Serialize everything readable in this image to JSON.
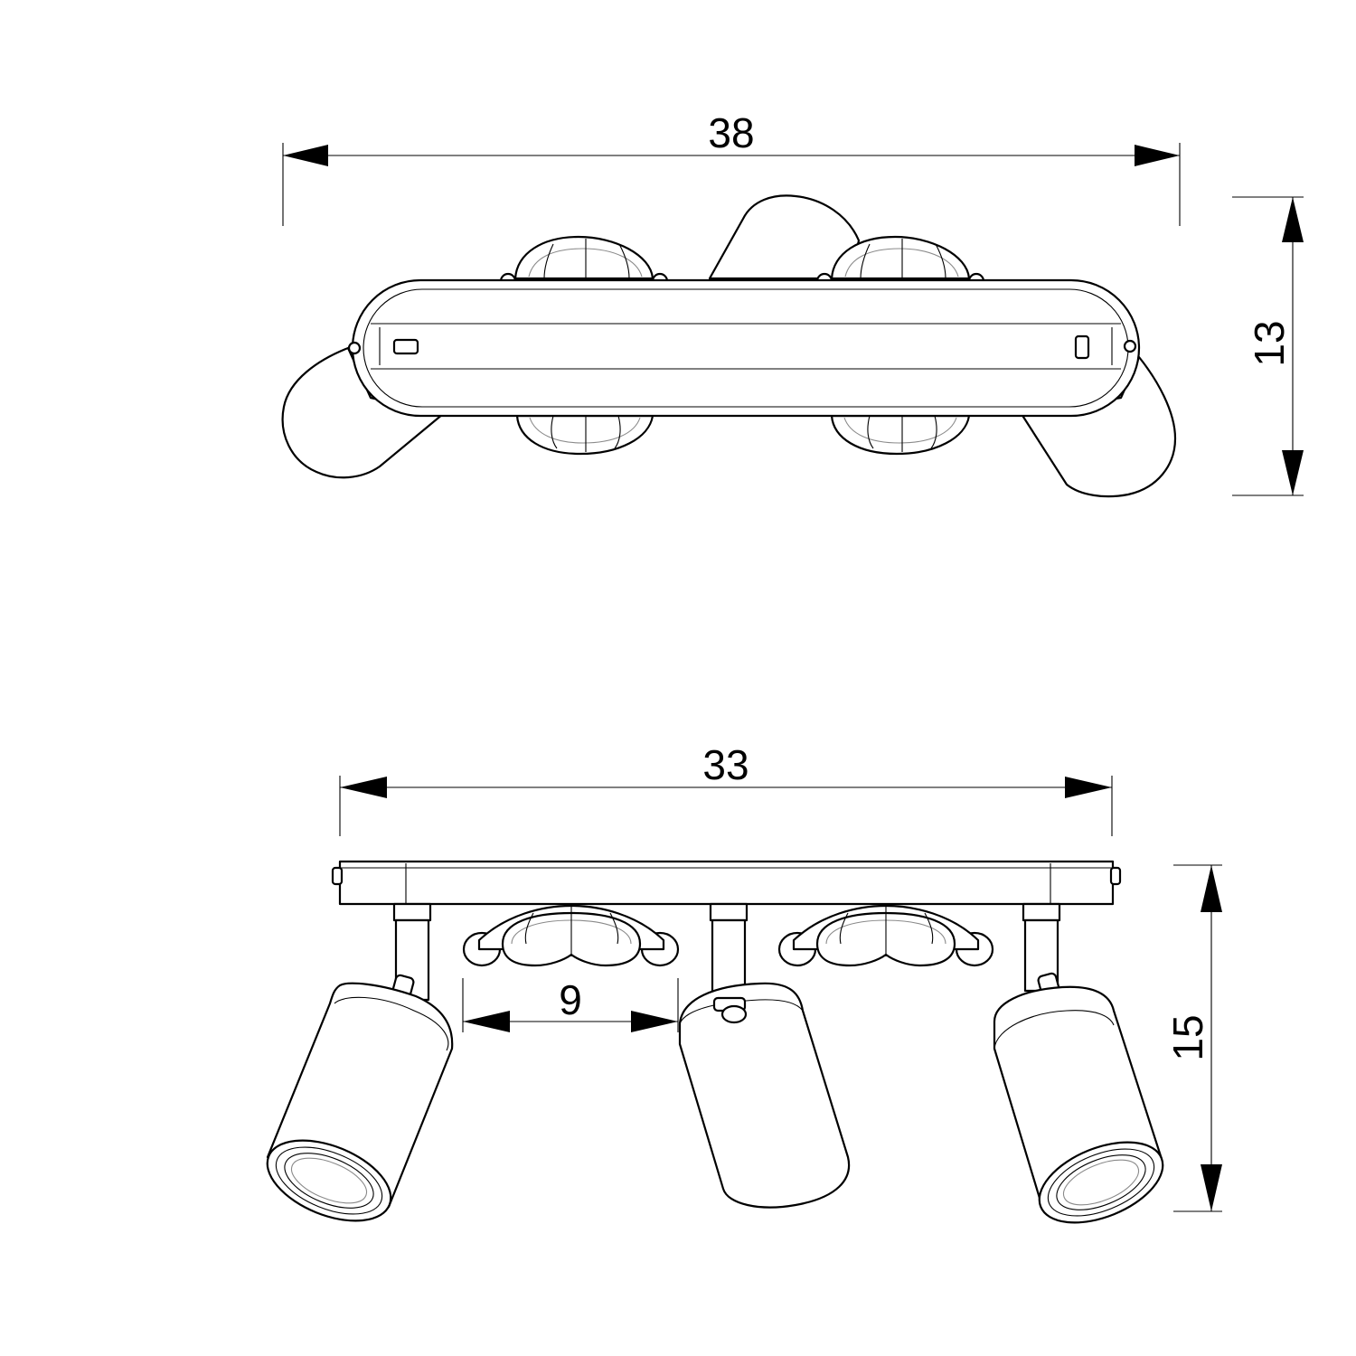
{
  "colors": {
    "line": "#000000",
    "background": "#ffffff",
    "secondary_line": "#8a8a8a"
  },
  "dimensions": {
    "top_width": "38",
    "top_height": "13",
    "front_width": "33",
    "front_height": "15",
    "spot_spacing": "9"
  }
}
